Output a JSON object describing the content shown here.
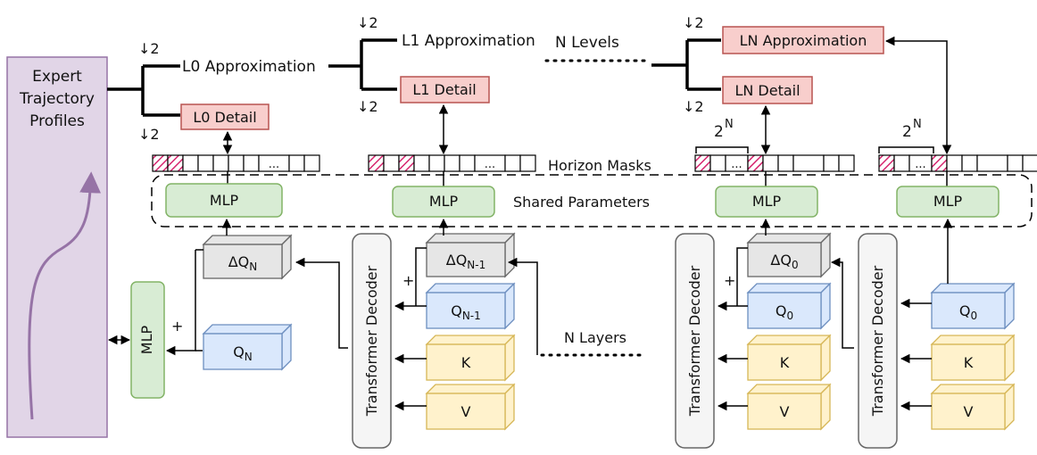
{
  "colors": {
    "mlp_fill": "#d8ecd4",
    "mlp_stroke": "#82b366",
    "detail_fill": "#f8cecc",
    "detail_stroke": "#b85450",
    "query_fill": "#dae8fc",
    "query_stroke": "#6c8ebf",
    "kv_fill": "#fff2cc",
    "kv_stroke": "#d6b656",
    "delta_fill": "#e6e6e6",
    "delta_stroke": "#666666",
    "expert_fill": "#e1d5e7",
    "expert_stroke": "#9673a6",
    "mask_hatch": "#d6246e"
  },
  "expert": {
    "lines": [
      "Expert",
      "Trajectory",
      "Profiles"
    ]
  },
  "tree": {
    "downsample": "↓2",
    "l0_approx": "L0 Approximation",
    "l0_detail": "L0 Detail",
    "l1_approx": "L1 Approximation",
    "l1_detail": "L1 Detail",
    "ln_approx": "LN Approximation",
    "ln_detail": "LN Detail",
    "n_levels": "N Levels"
  },
  "masks": {
    "label": "Horizon Masks",
    "ellipsis": "...",
    "span_base": "2",
    "span_exp": "N"
  },
  "shared_label": "Shared Parameters",
  "mlp_label": "MLP",
  "decoder_label": "Transformer Decoder",
  "n_layers": "N Layers",
  "plus": "+",
  "delta": {
    "dq_n_base": "ΔQ",
    "dq_n_sub": "N",
    "dq_n1_base": "ΔQ",
    "dq_n1_sub": "N-1",
    "dq_0_base": "ΔQ",
    "dq_0_sub": "0"
  },
  "queries": {
    "q_n_base": "Q",
    "q_n_sub": "N",
    "q_n1_base": "Q",
    "q_n1_sub": "N-1",
    "q_0_base": "Q",
    "q_0_sub": "0"
  },
  "kv": {
    "k": "K",
    "v": "V"
  }
}
